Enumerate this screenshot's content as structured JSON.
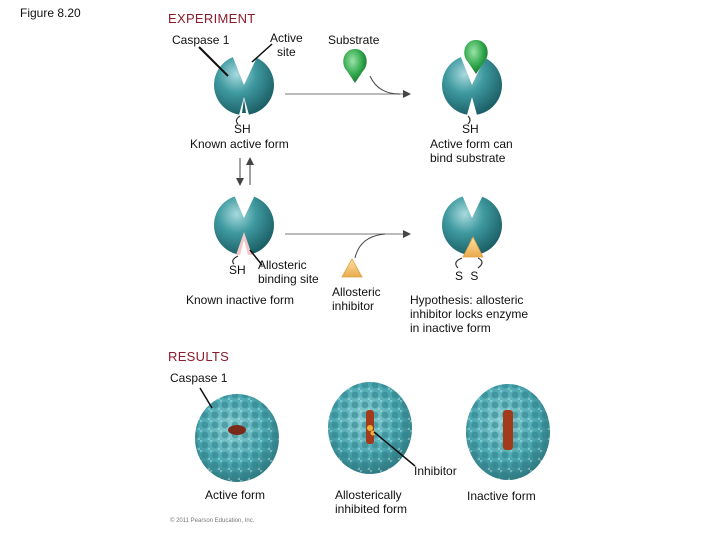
{
  "figure_label": "Figure 8.20",
  "experiment": {
    "heading": "EXPERIMENT",
    "caspase_label": "Caspase 1",
    "active_site_line1": "Active",
    "active_site_line2": "site",
    "substrate_label": "Substrate",
    "sh_top_left": "SH",
    "known_active_form": "Known active form",
    "sh_top_right": "SH",
    "active_can_bind_line1": "Active form can",
    "active_can_bind_line2": "bind substrate",
    "sh_bottom_left": "SH",
    "allosteric_site_line1": "Allosteric",
    "allosteric_site_line2": "binding site",
    "known_inactive_form": "Known inactive form",
    "allosteric_inhibitor_line1": "Allosteric",
    "allosteric_inhibitor_line2": "inhibitor",
    "ss_label": "S S",
    "hypothesis_line1": "Hypothesis: allosteric",
    "hypothesis_line2": "inhibitor locks enzyme",
    "hypothesis_line3": "in inactive form"
  },
  "results": {
    "heading": "RESULTS",
    "caspase_label": "Caspase 1",
    "inhibitor_label": "Inhibitor",
    "active_form": "Active form",
    "allosteric_line1": "Allosterically",
    "allosteric_line2": "inhibited form",
    "inactive_form": "Inactive form"
  },
  "copyright": "© 2011 Pearson Education, Inc.",
  "colors": {
    "enzyme": "#3f9aa0",
    "substrate": "#2ea64a",
    "inhibitor": "#f2c06a",
    "heading": "#8a1c2b",
    "active_site_red": "#a23a1c"
  }
}
